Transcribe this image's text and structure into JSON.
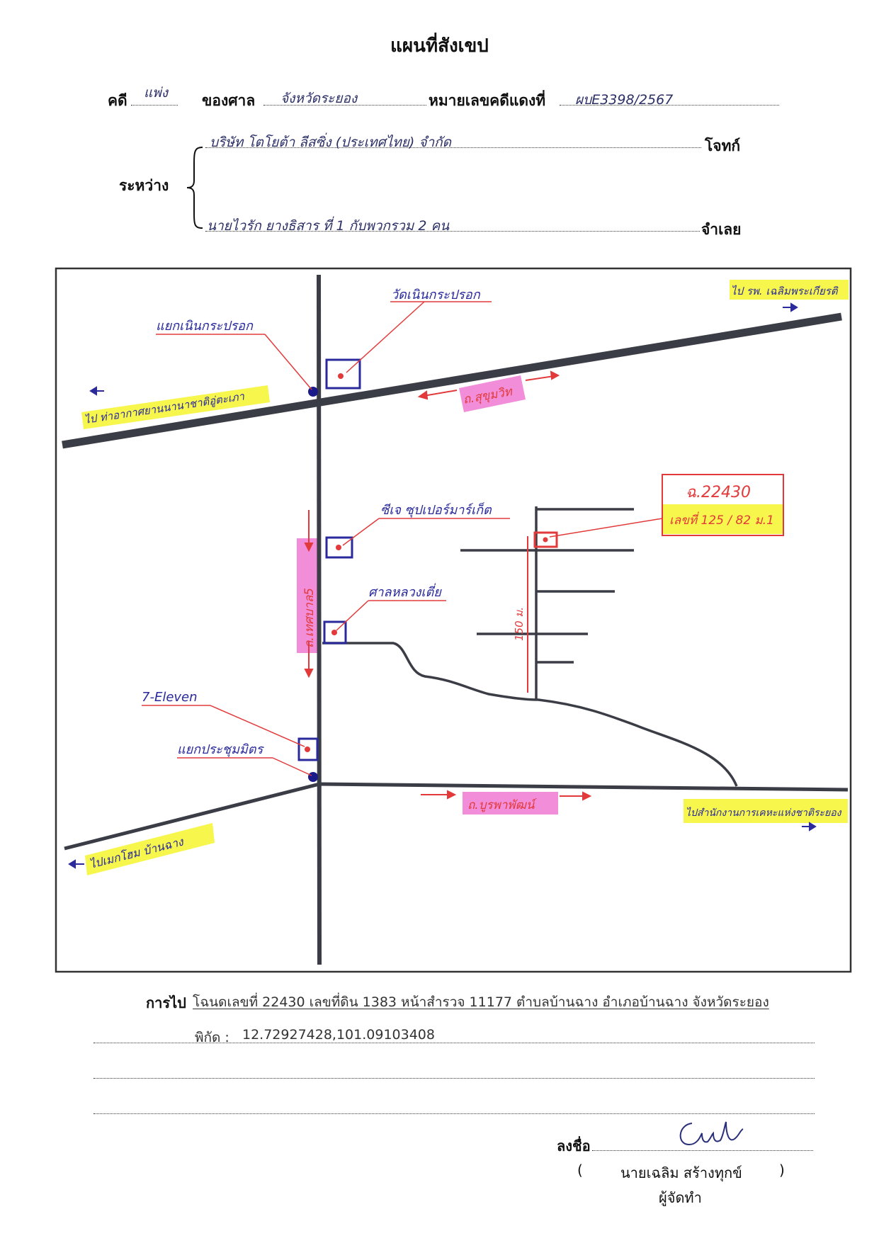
{
  "header": {
    "title": "แผนที่สังเขป",
    "case_label": "คดี",
    "case_type": "แพ่ง",
    "court_label": "ของศาล",
    "court": "จังหวัดระยอง",
    "case_no_label": "หมายเลขคดีแดงที่",
    "case_no": "ผบE3398/2567",
    "between_label": "ระหว่าง",
    "plaintiff": "บริษัท โตโยต้า ลีสซิ่ง (ประเทศไทย) จำกัด",
    "plaintiff_role": "โจทก์",
    "defendant": "นายไวรัก ยางธิสาร ที่ 1 กับพวกรวม 2 คน",
    "defendant_role": "จำเลย"
  },
  "map": {
    "landmarks": {
      "temple": "วัดเนินกระปรอก",
      "junction_top": "แยกเนินกระปรอก",
      "supermarket": "ซีเจ ซุปเปอร์มาร์เก็ต",
      "shrine": "ศาลหลวงเตี่ย",
      "seven_eleven": "7-Eleven",
      "junction_bottom": "แยกประชุมมิตร"
    },
    "roads": {
      "sukhumvit": "ถ.สุขุมวิท",
      "thetsaban": "ถ.เทศบาล5",
      "burapha": "ถ.บูรพาพัฒน์"
    },
    "directions": {
      "to_hospital": "ไป รพ. เฉลิมพระเกียรติ",
      "to_airport": "ไป ท่าอากาศยานนานาชาติอู่ตะเภา",
      "to_market": "ไปเมกโฮม บ้านฉาง",
      "to_housing": "ไปสำนักงานการเคหะแห่งชาติระยอง"
    },
    "target": {
      "deed": "ฉ.22430",
      "address": "เลขที่ 125 / 82 ม.1"
    },
    "distance": "150 ม.",
    "colors": {
      "road": "#3a3d45",
      "landmark": "#2a2a9c",
      "note": "#e23a3a",
      "highlight_yellow": "#f6f53a",
      "highlight_pink": "#f07ad2"
    }
  },
  "footer": {
    "route_label": "การไป",
    "route_text": "โฉนดเลขที่ 22430 เลขที่ดิน 1383 หน้าสำรวจ 11177 ตำบลบ้านฉาง อำเภอบ้านฉาง จังหวัดระยอง",
    "coords_label": "พิกัด :",
    "coords": "12.72927428,101.09103408",
    "sign_label": "ลงชื่อ",
    "signer_name": "นายเฉลิม  สร้างทุกข์",
    "paren_open": "(",
    "paren_close": ")",
    "signer_role": "ผู้จัดทำ"
  }
}
